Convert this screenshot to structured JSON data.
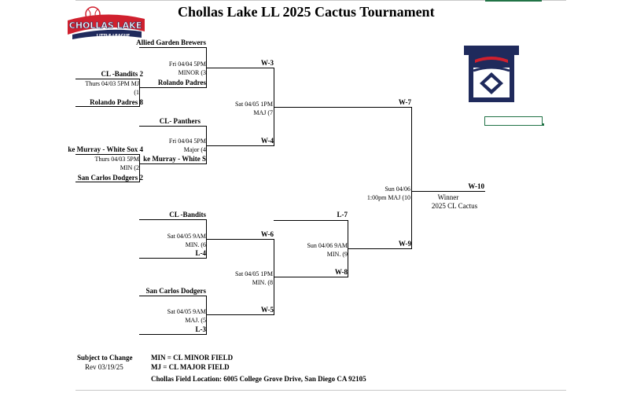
{
  "title": "Chollas Lake LL 2025 Cactus Tournament",
  "logo": {
    "text_top": "CHOLLAS LAKE",
    "text_bottom": "LITTLE LEAGUE",
    "brand_red": "#d0202e",
    "brand_navy": "#1f2a5c"
  },
  "bracket": {
    "r1": [
      {
        "team_top": "CL -Bandits",
        "score_top": "2",
        "info_line1": "Thurs 04/03 5PM MJ",
        "info_line2": "(1",
        "team_bottom": "Rolando Padres",
        "score_bottom": "8"
      },
      {
        "team_top": "ke Murray - White Sox",
        "score_top": "4",
        "info_line1": "Thurs 04/03 5PM",
        "info_line2": "MIN (2",
        "team_bottom": "San Carlos Dodgers",
        "score_bottom": "2"
      }
    ],
    "r2": [
      {
        "team_top": "Allied Garden Brewers",
        "info_line1": "Fri 04/04 5PM",
        "info_line2": "MINOR (3",
        "team_bottom": "Rolando Padres",
        "winner": "W-3"
      },
      {
        "team_top": "CL- Panthers",
        "info_line1": "Fri 04/04 5PM",
        "info_line2": "Major (4",
        "team_bottom": "ke Murray - White S",
        "winner": "W-4"
      }
    ],
    "semi_winners": {
      "info_line1": "Sat 04/05 1PM",
      "info_line2": "MAJ (7",
      "winner": "W-7"
    },
    "loser_r1": [
      {
        "team_top": "CL -Bandits",
        "info_line1": "Sat 04/05 9AM",
        "info_line2": "MIN. (6",
        "team_bottom": "L-4",
        "winner": "W-6"
      },
      {
        "team_top": "San Carlos Dodgers",
        "info_line1": "Sat 04/05 9AM",
        "info_line2": "MAJ. (5",
        "team_bottom": "L-3",
        "winner": "W-5"
      }
    ],
    "loser_r2": {
      "info_line1": "Sat 04/05 1PM",
      "info_line2": "MIN. (8",
      "winner": "W-8"
    },
    "loser_r3": {
      "team_top": "L-7",
      "info_line1": "Sun 04/06 9AM",
      "info_line2": "MIN. (9",
      "winner": "W-9"
    },
    "final": {
      "info_line1": "Sun 04/06",
      "info_line2": "1:00pm MAJ (10",
      "winner": "W-10",
      "caption_line1": "Winner",
      "caption_line2": "2025 CL Cactus"
    }
  },
  "footer": {
    "subject": "Subject to Change",
    "rev": "Rev 03/19/25",
    "legend1": "MIN = CL MINOR FIELD",
    "legend2": "MJ = CL MAJOR FIELD",
    "location": "Chollas Field Location: 6005 College Grove Drive, San Diego CA 92105"
  },
  "colors": {
    "selection": "#217346",
    "accent_red": "#d0202e",
    "navy": "#1f2a5c"
  }
}
